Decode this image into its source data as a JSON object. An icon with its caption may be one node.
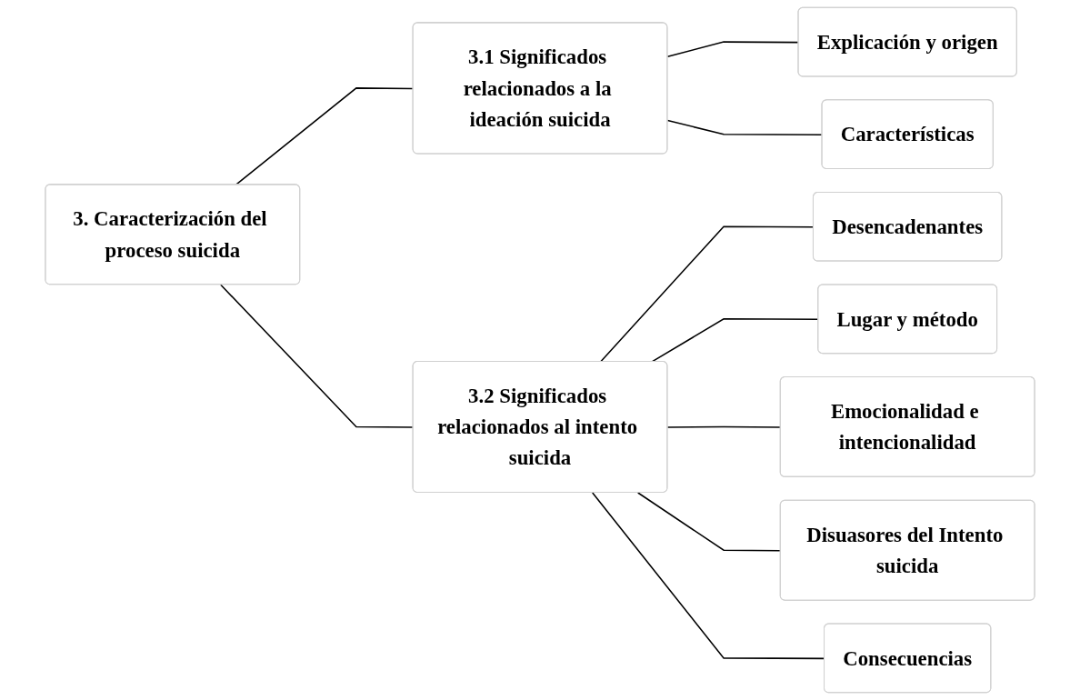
{
  "diagram": {
    "nodes": [
      {
        "text": [
          "3. Caracterización del proceso suicida"
        ]
      },
      {
        "text": [
          "3.1 Significados relacionados a la ideación suicida"
        ]
      },
      {
        "text": [
          "3.2 Significados relacionados al intento suicida"
        ]
      },
      {
        "text": [
          "Explicación y origen"
        ]
      },
      {
        "text": [
          "Características"
        ]
      },
      {
        "text": [
          "Desencadenantes"
        ]
      },
      {
        "text": [
          "Lugar y método"
        ]
      },
      {
        "text": [
          "Emocionalidad e intencionalidad"
        ]
      },
      {
        "text": [
          "Disuasores del Intento suicida"
        ]
      },
      {
        "text": [
          "Consecuencias"
        ]
      }
    ],
    "edges": [
      {
        "from": 0,
        "to": 1,
        "arrow": "none"
      },
      {
        "from": 0,
        "to": 2,
        "arrow": "none"
      },
      {
        "from": 1,
        "to": 3,
        "arrow": "none"
      },
      {
        "from": 1,
        "to": 4,
        "arrow": "none"
      },
      {
        "from": 2,
        "to": 5,
        "arrow": "none"
      },
      {
        "from": 2,
        "to": 6,
        "arrow": "none"
      },
      {
        "from": 2,
        "to": 7,
        "arrow": "none"
      },
      {
        "from": 2,
        "to": 8,
        "arrow": "none"
      },
      {
        "from": 2,
        "to": 9,
        "arrow": "none"
      }
    ]
  }
}
